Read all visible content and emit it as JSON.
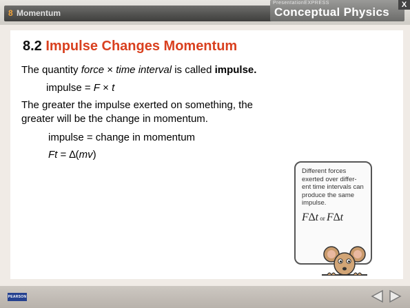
{
  "header": {
    "chapter_number": "8",
    "chapter_title": "Momentum",
    "brand_top": "PresentationEXPRESS",
    "brand_main": "Conceptual Physics",
    "close_label": "X"
  },
  "slide": {
    "section_number": "8.2",
    "section_title": "Impulse Changes Momentum",
    "lines": {
      "l1_a": "The quantity ",
      "l1_b": "force",
      "l1_c": " × ",
      "l1_d": "time interval",
      "l1_e": " is called ",
      "l1_f": "impulse.",
      "l2_a": "impulse = ",
      "l2_b": "F",
      "l2_c": " × ",
      "l2_d": "t",
      "l3": "The greater the impulse exerted on something, the",
      "l4": "greater will be the change in momentum.",
      "l5": "impulse = change in momentum",
      "l6_a": "Ft",
      "l6_b": " = ∆(",
      "l6_c": "mv",
      "l6_d": ")"
    },
    "bubble": {
      "text": "Different forces exerted over differ-ent time intervals can produce the same impulse.",
      "formula_a": "F∆t",
      "formula_or": " or ",
      "formula_b": "F∆t"
    }
  },
  "footer": {
    "publisher": "PEARSON"
  },
  "colors": {
    "title_accent": "#d9401f",
    "chapter_accent": "#f2a33a"
  }
}
